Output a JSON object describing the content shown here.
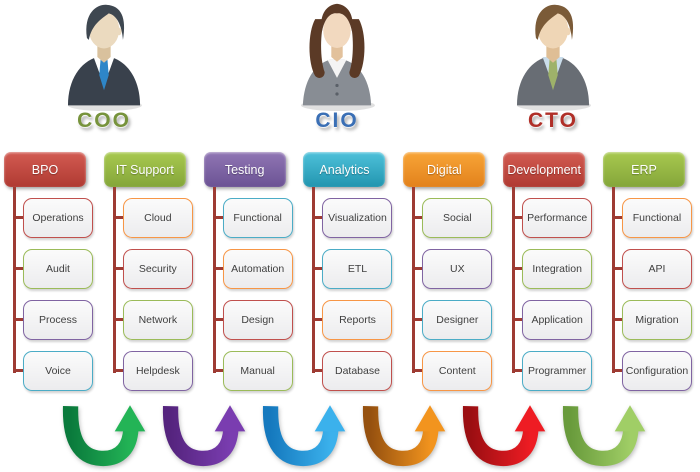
{
  "css_vars": {
    "connector": "#9E3B33"
  },
  "personas": [
    {
      "label": "COO",
      "color": "#77933C",
      "colors": {
        "hair": "#3E4750",
        "skin": "#EBDABF",
        "skin_dark": "#D9C19D",
        "suit": "#39414C",
        "shirt": "#FFFFFF",
        "tie": "#2E86C8"
      }
    },
    {
      "label": "CIO",
      "color": "#3A6FB5",
      "colors": {
        "hair": "#5B3A26",
        "skin": "#F2D9BF",
        "skin_dark": "#E2C19C",
        "suit": "#888D94",
        "shirt": "#F4F4F4",
        "tie": "#5A6068"
      }
    },
    {
      "label": "CTO",
      "color": "#B02F28",
      "colors": {
        "hair": "#7B5B38",
        "skin": "#EFD6B6",
        "skin_dark": "#DFBE95",
        "suit": "#686D74",
        "shirt": "#CADDEB",
        "tie": "#9EB26A"
      }
    }
  ],
  "columns": [
    {
      "title": "BPO",
      "header": {
        "top": "#D25B52",
        "bottom": "#B03A32"
      },
      "items": [
        {
          "label": "Operations",
          "border": "#C0504D"
        },
        {
          "label": "Audit",
          "border": "#9BBB59"
        },
        {
          "label": "Process",
          "border": "#8064A2"
        },
        {
          "label": "Voice",
          "border": "#4BACC6"
        }
      ]
    },
    {
      "title": "IT Support",
      "header": {
        "top": "#A8C94F",
        "bottom": "#84A63A"
      },
      "items": [
        {
          "label": "Cloud",
          "border": "#F79646"
        },
        {
          "label": "Security",
          "border": "#C0504D"
        },
        {
          "label": "Network",
          "border": "#9BBB59"
        },
        {
          "label": "Helpdesk",
          "border": "#8064A2"
        }
      ]
    },
    {
      "title": "Testing",
      "header": {
        "top": "#9076B4",
        "bottom": "#6B5294"
      },
      "items": [
        {
          "label": "Functional",
          "border": "#4BACC6"
        },
        {
          "label": "Automation",
          "border": "#F79646"
        },
        {
          "label": "Design",
          "border": "#C0504D"
        },
        {
          "label": "Manual",
          "border": "#9BBB59"
        }
      ]
    },
    {
      "title": "Analytics",
      "header": {
        "top": "#4EC1DA",
        "bottom": "#2295AF"
      },
      "items": [
        {
          "label": "Visualization",
          "border": "#8064A2"
        },
        {
          "label": "ETL",
          "border": "#4BACC6"
        },
        {
          "label": "Reports",
          "border": "#F79646"
        },
        {
          "label": "Database",
          "border": "#C0504D"
        }
      ]
    },
    {
      "title": "Digital",
      "header": {
        "top": "#F8A537",
        "bottom": "#E2821C"
      },
      "items": [
        {
          "label": "Social",
          "border": "#9BBB59"
        },
        {
          "label": "UX",
          "border": "#8064A2"
        },
        {
          "label": "Designer",
          "border": "#4BACC6"
        },
        {
          "label": "Content",
          "border": "#F79646"
        }
      ]
    },
    {
      "title": "Development",
      "header": {
        "top": "#D25B52",
        "bottom": "#B03A32"
      },
      "items": [
        {
          "label": "Performance",
          "border": "#C0504D"
        },
        {
          "label": "Integration",
          "border": "#9BBB59"
        },
        {
          "label": "Application",
          "border": "#8064A2"
        },
        {
          "label": "Programmer",
          "border": "#4BACC6"
        }
      ]
    },
    {
      "title": "ERP",
      "header": {
        "top": "#A8C94F",
        "bottom": "#84A63A"
      },
      "items": [
        {
          "label": "Functional",
          "border": "#F79646"
        },
        {
          "label": "API",
          "border": "#C0504D"
        },
        {
          "label": "Migration",
          "border": "#9BBB59"
        },
        {
          "label": "Configuration",
          "border": "#8064A2"
        }
      ]
    }
  ],
  "arrows": [
    {
      "name": "green",
      "dark": "#0A7A3C",
      "light": "#23B456"
    },
    {
      "name": "purple",
      "dark": "#55247E",
      "light": "#7A3DB0"
    },
    {
      "name": "blue",
      "dark": "#1579BE",
      "light": "#3BB1EC"
    },
    {
      "name": "orange",
      "dark": "#96510F",
      "light": "#F2941E"
    },
    {
      "name": "red",
      "dark": "#9B0E12",
      "light": "#EE1C23"
    },
    {
      "name": "light-green",
      "dark": "#699B3C",
      "light": "#A0CE66"
    }
  ]
}
